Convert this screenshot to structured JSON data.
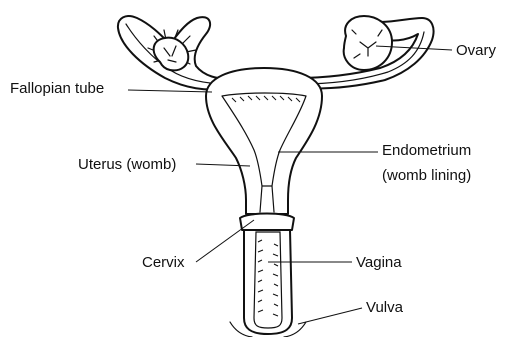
{
  "labels": {
    "ovary": "Ovary",
    "fallopian_tube": "Fallopian tube",
    "endometrium_line1": "Endometrium",
    "endometrium_line2": "(womb lining)",
    "uterus": "Uterus (womb)",
    "cervix": "Cervix",
    "vagina": "Vagina",
    "vulva": "Vulva"
  },
  "colors": {
    "stroke": "#111111",
    "background": "#ffffff"
  }
}
